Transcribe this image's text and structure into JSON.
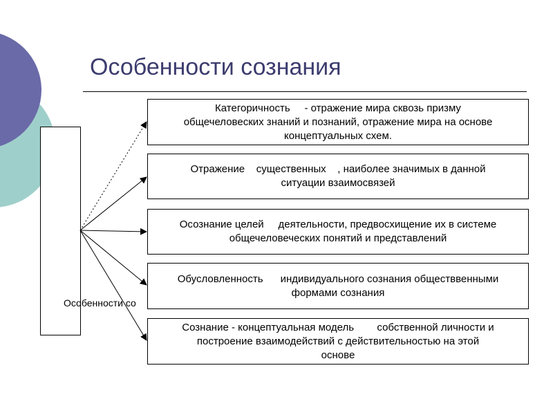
{
  "slide": {
    "title": "Особенности сознания",
    "left_label": "Особенности со",
    "boxes": [
      {
        "text": "Категоричность     - отражение мира сквозь призму\nобщечеловеских знаний и познаний, отражение мира на основе\nконцептуальных схем."
      },
      {
        "text": "Отражение    существенных    , наиболее значимых в данной\nситуации взаимосвязей"
      },
      {
        "text": "Осознание целей     деятельности, предвосхищение их в системе\nобщечеловеческих понятий и представлений"
      },
      {
        "text": "Обусловленность      индивидуального сознания обществвенными\nформами сознания"
      },
      {
        "text": "Сознание - концептуальная модель        собственной личности и\nпостроение взаимодействий с действительностью на этой\nоснове"
      }
    ]
  },
  "colors": {
    "title": "#3c3c6e",
    "circle_dark": "#6a6aa8",
    "circle_teal": "#9fcfcb"
  }
}
